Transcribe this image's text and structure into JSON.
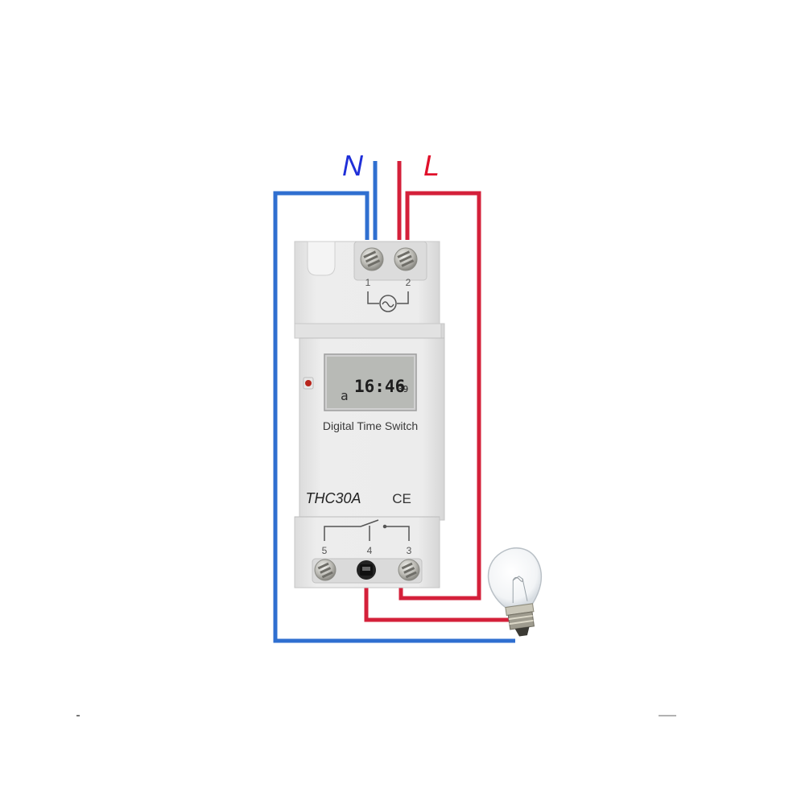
{
  "labels": {
    "neutral": "N",
    "live": "L"
  },
  "device": {
    "display": {
      "mode": "a",
      "time": "16:46",
      "seconds": "39"
    },
    "name": "Digital Time Switch",
    "model": "THC30A",
    "mark": "CE",
    "top_terminals": [
      "1",
      "2"
    ],
    "bottom_terminals": [
      "5",
      "4",
      "3"
    ]
  },
  "colors": {
    "neutral_wire": "#2f6fd0",
    "live_wire": "#d4203a",
    "neutral_label": "#1f2fd8",
    "live_label": "#e0102a",
    "housing": "#e8e8e8",
    "lcd": "#b8bab6"
  },
  "icons": {
    "bulb": "light-bulb-icon",
    "led": "indicator-led-icon",
    "screws": "terminal-screw-icon",
    "ac": "ac-supply-symbol-icon",
    "switch": "relay-contact-symbol-icon"
  }
}
